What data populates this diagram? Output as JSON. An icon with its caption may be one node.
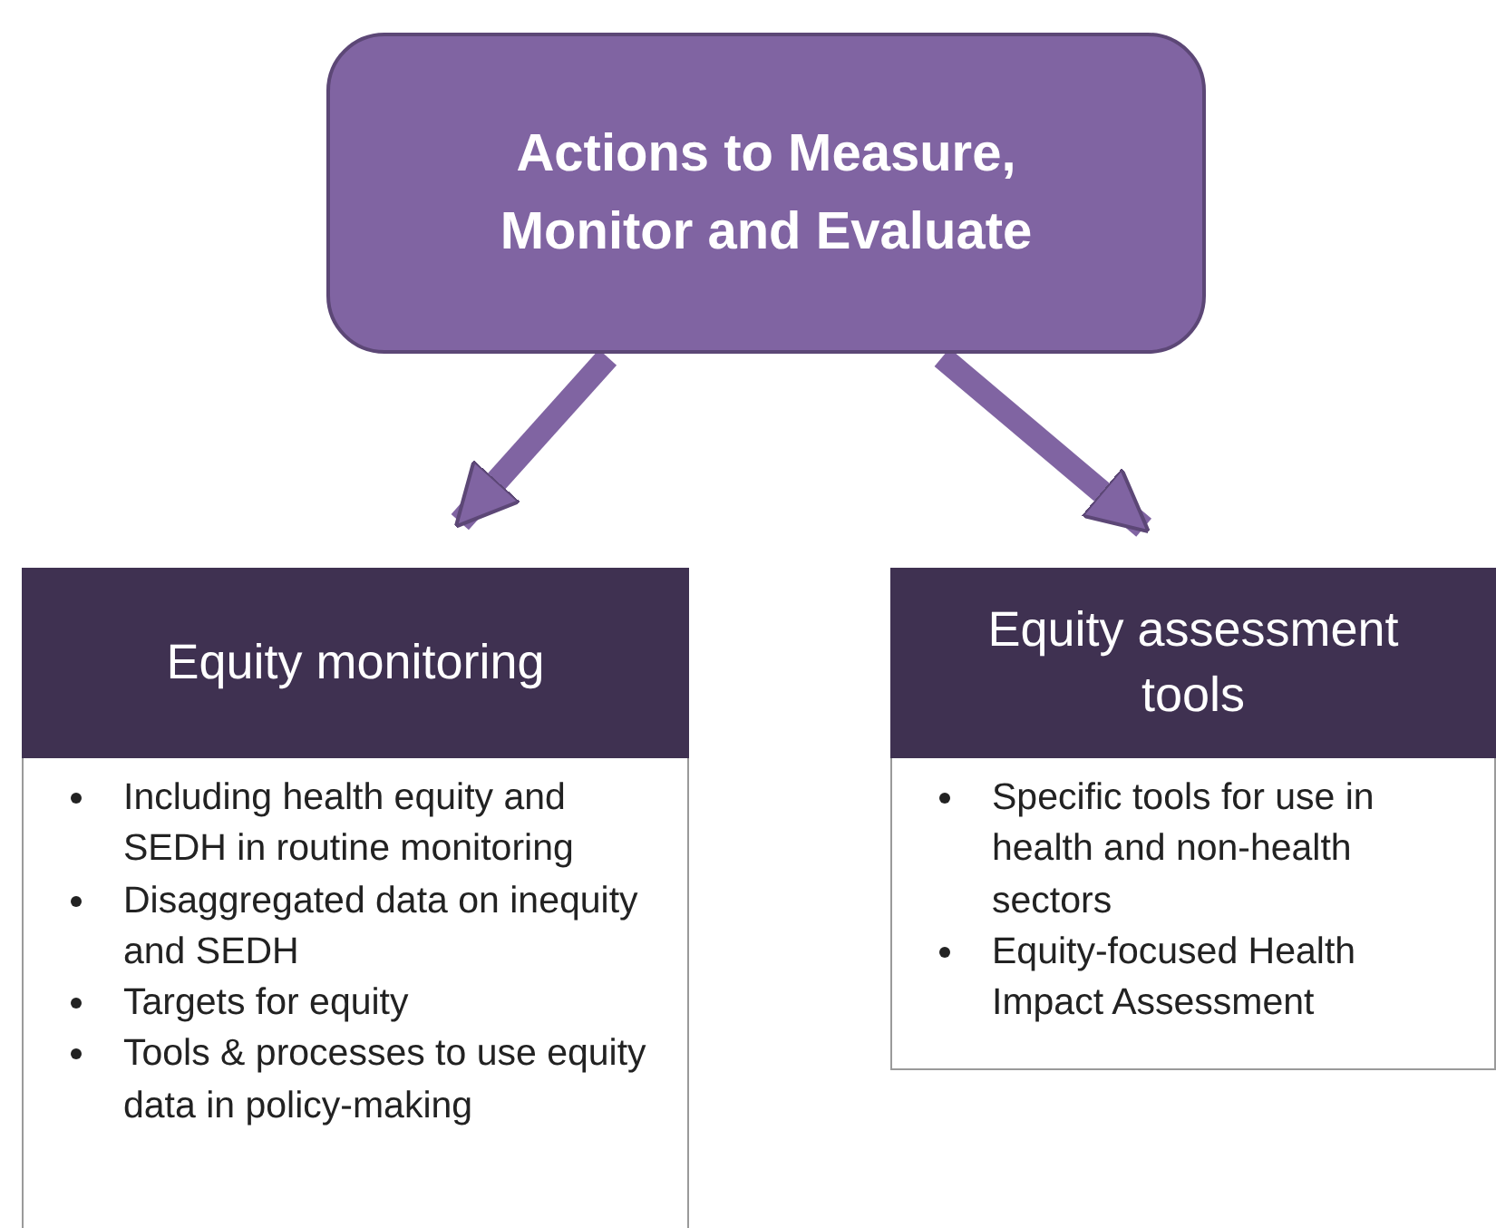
{
  "diagram": {
    "nodes": [
      {
        "text": [
          "Actions to Measure, Monitor and Evaluate"
        ]
      },
      {
        "text": [
          "Equity monitoring"
        ]
      },
      {
        "text": [
          "Including health equity and SEDH in routine monitoring",
          "Disaggregated data on inequity and SEDH",
          "Targets for equity",
          "Tools & processes to use equity data in policy-making"
        ]
      },
      {
        "text": [
          "Equity assessment tools"
        ]
      },
      {
        "text": [
          "Specific tools for use in health and non-health sectors",
          "Equity-focused Health Impact Assessment"
        ]
      }
    ],
    "edges": [
      {
        "from": 0,
        "to": 1,
        "arrow": "to"
      },
      {
        "from": 0,
        "to": 3,
        "arrow": "to"
      }
    ]
  }
}
